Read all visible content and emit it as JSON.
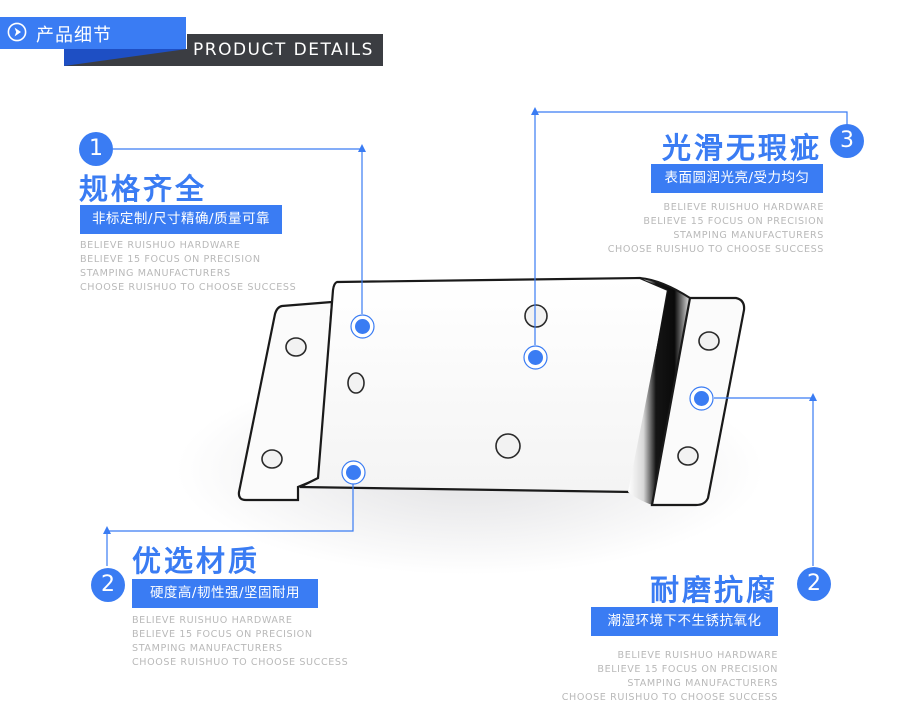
{
  "header": {
    "icon": "play-circle-icon",
    "title_cn": "产品细节",
    "title_en": "PRODUCT DETAILS"
  },
  "colors": {
    "accent": "#3a7cf3",
    "header_dark": "#3b3d42",
    "header_blue_shadow": "#1e4fc4",
    "caption_gray": "#b9b9b9"
  },
  "features": [
    {
      "number": "1",
      "title": "规格齐全",
      "tag": "非标定制/尺寸精确/质量可靠",
      "lines": [
        "BELIEVE RUISHUO HARDWARE",
        "BELIEVE 15 FOCUS ON PRECISION",
        "STAMPING MANUFACTURERS",
        "CHOOSE RUISHUO TO CHOOSE SUCCESS"
      ]
    },
    {
      "number": "3",
      "title": "光滑无瑕疵",
      "tag": "表面圆润光亮/受力均匀",
      "lines": [
        "BELIEVE RUISHUO HARDWARE",
        "BELIEVE 15 FOCUS ON PRECISION",
        "STAMPING MANUFACTURERS",
        "CHOOSE RUISHUO TO CHOOSE SUCCESS"
      ]
    },
    {
      "number": "2",
      "title": "优选材质",
      "tag": "硬度高/韧性强/坚固耐用",
      "lines": [
        "BELIEVE RUISHUO HARDWARE",
        "BELIEVE 15 FOCUS ON PRECISION",
        "STAMPING MANUFACTURERS",
        "CHOOSE RUISHUO TO CHOOSE SUCCESS"
      ]
    },
    {
      "number": "2",
      "title": "耐磨抗腐",
      "tag": "潮湿环境下不生锈抗氧化",
      "lines": [
        "BELIEVE RUISHUO HARDWARE",
        "BELIEVE 15 FOCUS ON PRECISION",
        "STAMPING MANUFACTURERS",
        "CHOOSE RUISHUO TO CHOOSE SUCCESS"
      ]
    }
  ],
  "product_image": {
    "subject": "stamped metal bracket",
    "hotspots": 5
  }
}
